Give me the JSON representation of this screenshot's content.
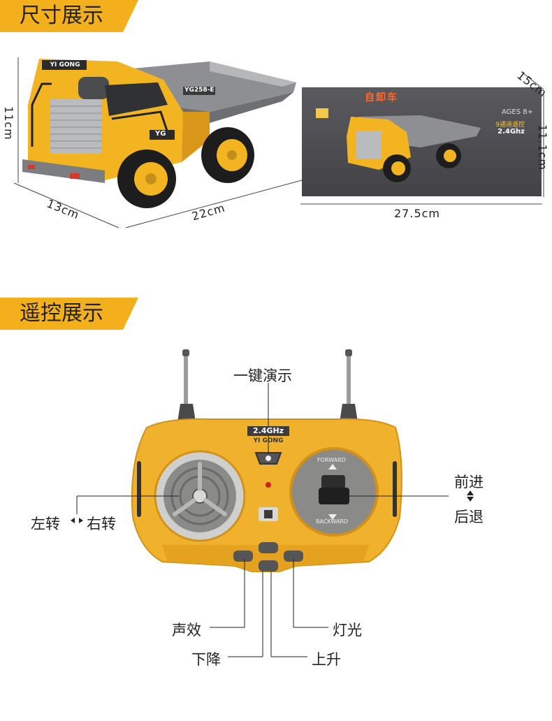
{
  "sections": {
    "size_title": "尺寸展示",
    "remote_title": "遥控展示"
  },
  "dimensions": {
    "truck_height": "11cm",
    "truck_width": "13cm",
    "truck_length": "22cm",
    "box_depth": "15cm",
    "box_height": "11.1cm",
    "box_length": "27.5cm"
  },
  "truck": {
    "brand": "YI GONG",
    "model": "YG258-E",
    "badge": "YG"
  },
  "box": {
    "title": "自卸车",
    "ages": "AGES 8+",
    "channel": "9通道遥控",
    "frequency": "2.4Ghz"
  },
  "remote": {
    "frequency_badge": "2.4GHz",
    "brand": "YI GONG",
    "forward": "FORWARD",
    "backward": "BACKWARD"
  },
  "labels": {
    "demo": "一键演示",
    "turn_left": "左转",
    "turn_right": "右转",
    "forward": "前进",
    "backward": "后退",
    "sound": "声效",
    "light": "灯光",
    "lower": "下降",
    "raise": "上升"
  },
  "colors": {
    "accent": "#f3b01c",
    "remote_body": "#f0b12c",
    "joystick_grey": "#8a8a88"
  }
}
